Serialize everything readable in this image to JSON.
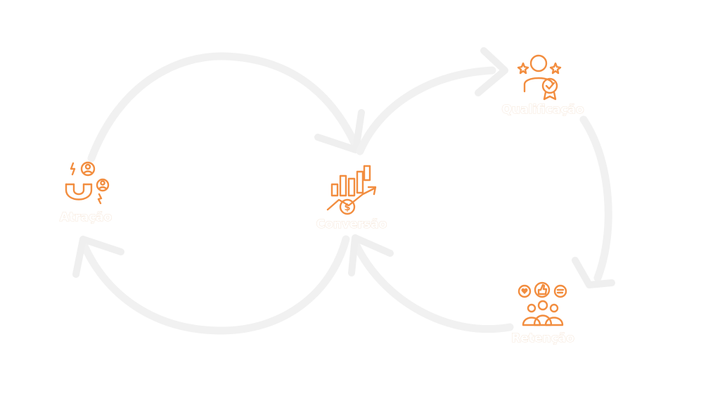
{
  "colors": {
    "accent": "#f28d3f",
    "arrow": "#f1f1f1",
    "label_outline": "#f6e7da"
  },
  "nodes": [
    {
      "id": "atracao",
      "label": "Atração",
      "icon": "magnet-people-icon"
    },
    {
      "id": "conversao",
      "label": "Conversão",
      "icon": "growth-chart-dollar-icon"
    },
    {
      "id": "qualificacao",
      "label": "Qualificação",
      "icon": "person-award-stars-icon"
    },
    {
      "id": "retencao",
      "label": "Retenção",
      "icon": "community-feedback-icon"
    }
  ]
}
